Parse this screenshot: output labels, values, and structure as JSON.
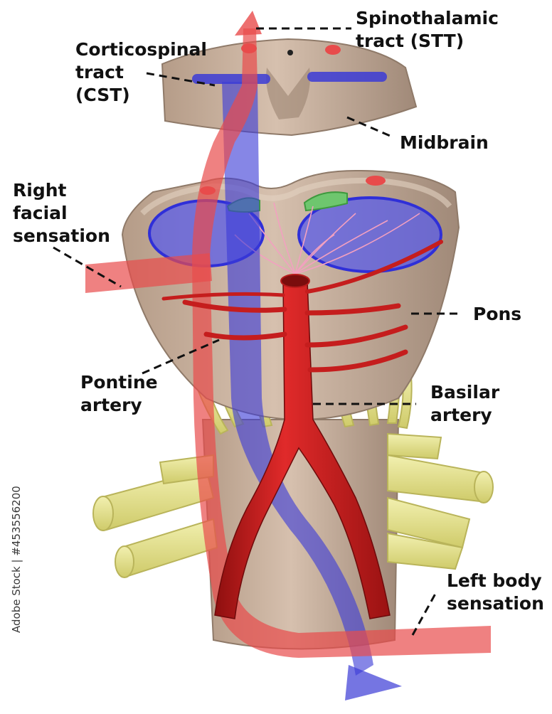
{
  "labels": {
    "spinothalamic": "Spinothalamic\ntract (STT)",
    "corticospinal": "Corticospinal\ntract\n(CST)",
    "midbrain": "Midbrain",
    "right_facial": "Right\nfacial\nsensation",
    "pons": "Pons",
    "pontine_artery": "Pontine\nartery",
    "basilar_artery": "Basilar\nartery",
    "left_body": "Left body\nsensation"
  },
  "watermark": "Adobe Stock | #453556200",
  "colors": {
    "tissue": "#c9b09c",
    "tissue_dark": "#a8917e",
    "stt_tract": "#e84b4b",
    "cst_tract": "#3b3bd6",
    "artery": "#d41f1f",
    "nerve": "#e6e48f",
    "nucleus": "#6ec66e"
  }
}
